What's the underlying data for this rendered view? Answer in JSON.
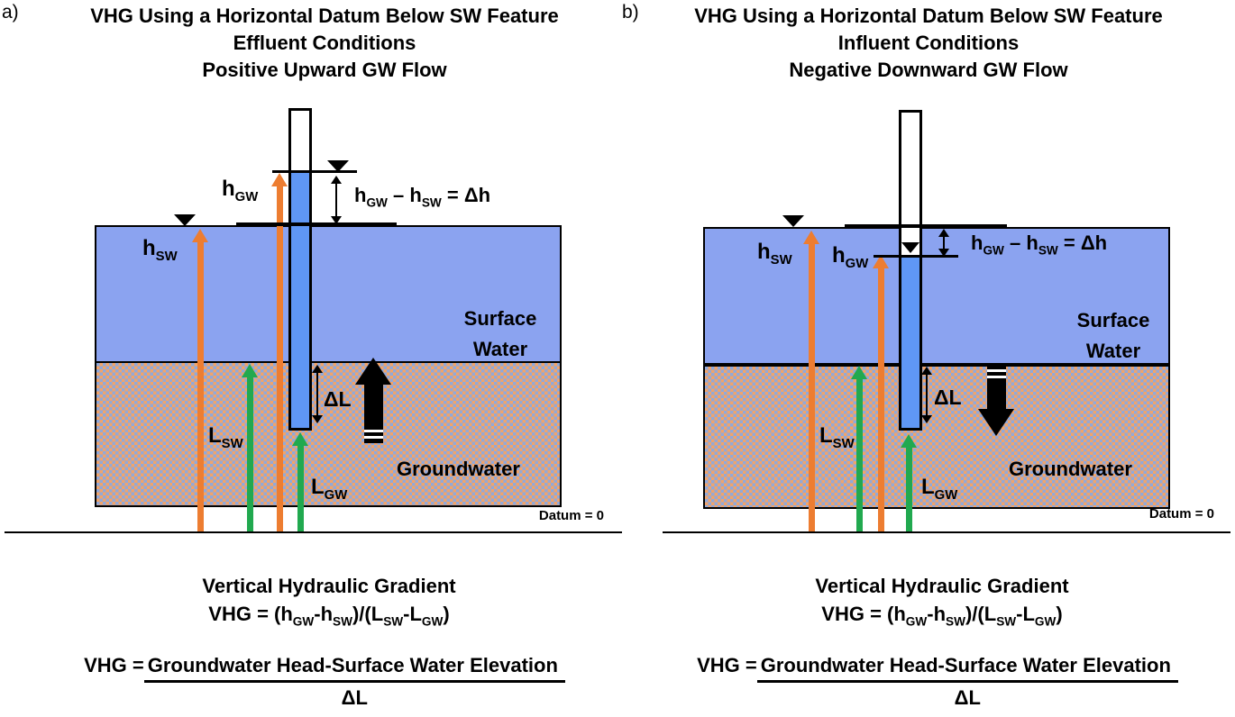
{
  "colors": {
    "surface_water": "#8ba3f0",
    "well_water": "#5f97f5",
    "orange": "#ED7D31",
    "green": "#21A94F",
    "pattern_orange": "#f2a469",
    "pattern_blue": "#8fa9dc"
  },
  "panel_a": {
    "tag": "a)",
    "title": [
      "VHG Using a Horizontal Datum Below SW Feature",
      "Effluent Conditions",
      "Positive Upward GW Flow"
    ],
    "labels": {
      "h_gw": {
        "base": "h",
        "sub": "GW"
      },
      "h_sw": {
        "base": "h",
        "sub": "SW"
      },
      "l_sw": {
        "base": "L",
        "sub": "SW"
      },
      "l_gw": {
        "base": "L",
        "sub": "GW"
      },
      "delta_h": {
        "p1": "h",
        "s1": "GW",
        "p2": " – h",
        "s2": "SW",
        "p3": " = Δh"
      },
      "delta_l": "ΔL",
      "surface_water": [
        "Surface",
        "Water"
      ],
      "groundwater": "Groundwater",
      "datum": "Datum = 0"
    },
    "formula": {
      "line1": "Vertical Hydraulic Gradient",
      "line2": {
        "p1": "VHG = (h",
        "s1": "GW",
        "p2": "-h",
        "s2": "SW",
        "p3": ")/(L",
        "s3": "SW",
        "p4": "-L",
        "s4": "GW",
        "p5": ")"
      },
      "line3": {
        "prefix": "VHG = ",
        "numerator": "Groundwater Head-Surface Water Elevation",
        "denominator": "ΔL"
      }
    }
  },
  "panel_b": {
    "tag": "b)",
    "title": [
      "VHG Using a Horizontal Datum Below SW Feature",
      "Influent Conditions",
      "Negative Downward GW Flow"
    ],
    "labels": {
      "h_gw": {
        "base": "h",
        "sub": "GW"
      },
      "h_sw": {
        "base": "h",
        "sub": "SW"
      },
      "l_sw": {
        "base": "L",
        "sub": "SW"
      },
      "l_gw": {
        "base": "L",
        "sub": "GW"
      },
      "delta_h": {
        "p1": "h",
        "s1": "GW",
        "p2": " – h",
        "s2": "SW",
        "p3": " = Δh"
      },
      "delta_l": "ΔL",
      "surface_water": [
        "Surface",
        "Water"
      ],
      "groundwater": "Groundwater",
      "datum": "Datum = 0"
    },
    "formula": {
      "line1": "Vertical Hydraulic Gradient",
      "line2": {
        "p1": "VHG = (h",
        "s1": "GW",
        "p2": "-h",
        "s2": "SW",
        "p3": ")/(L",
        "s3": "SW",
        "p4": "-L",
        "s4": "GW",
        "p5": ")"
      },
      "line3": {
        "prefix": "VHG = ",
        "numerator": "Groundwater Head-Surface Water Elevation",
        "denominator": "ΔL"
      }
    }
  }
}
